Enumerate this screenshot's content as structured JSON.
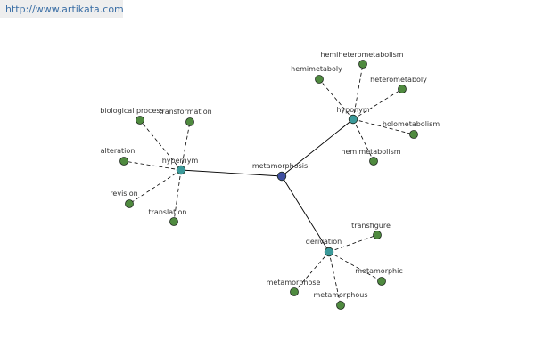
{
  "header": {
    "url": "http://www.artikata.com"
  },
  "colors": {
    "center": "#3f4fa0",
    "group": "#3b9a9a",
    "leaf": "#4f8a3f",
    "edge": "#000000"
  },
  "graph": {
    "center": {
      "label": "metamorphosis"
    },
    "groups": [
      {
        "id": "hypernym",
        "label": "hypernym",
        "leaves": [
          "biological process",
          "transformation",
          "alteration",
          "revision",
          "translation"
        ]
      },
      {
        "id": "hyponym",
        "label": "hyponym",
        "leaves": [
          "hemiheterometabolism",
          "hemimetaboly",
          "heterometaboly",
          "holometabolism",
          "hemimetabolism"
        ]
      },
      {
        "id": "derivation",
        "label": "derivation",
        "leaves": [
          "transfigure",
          "metamorphic",
          "metamorphous",
          "metamorphose"
        ]
      }
    ]
  }
}
